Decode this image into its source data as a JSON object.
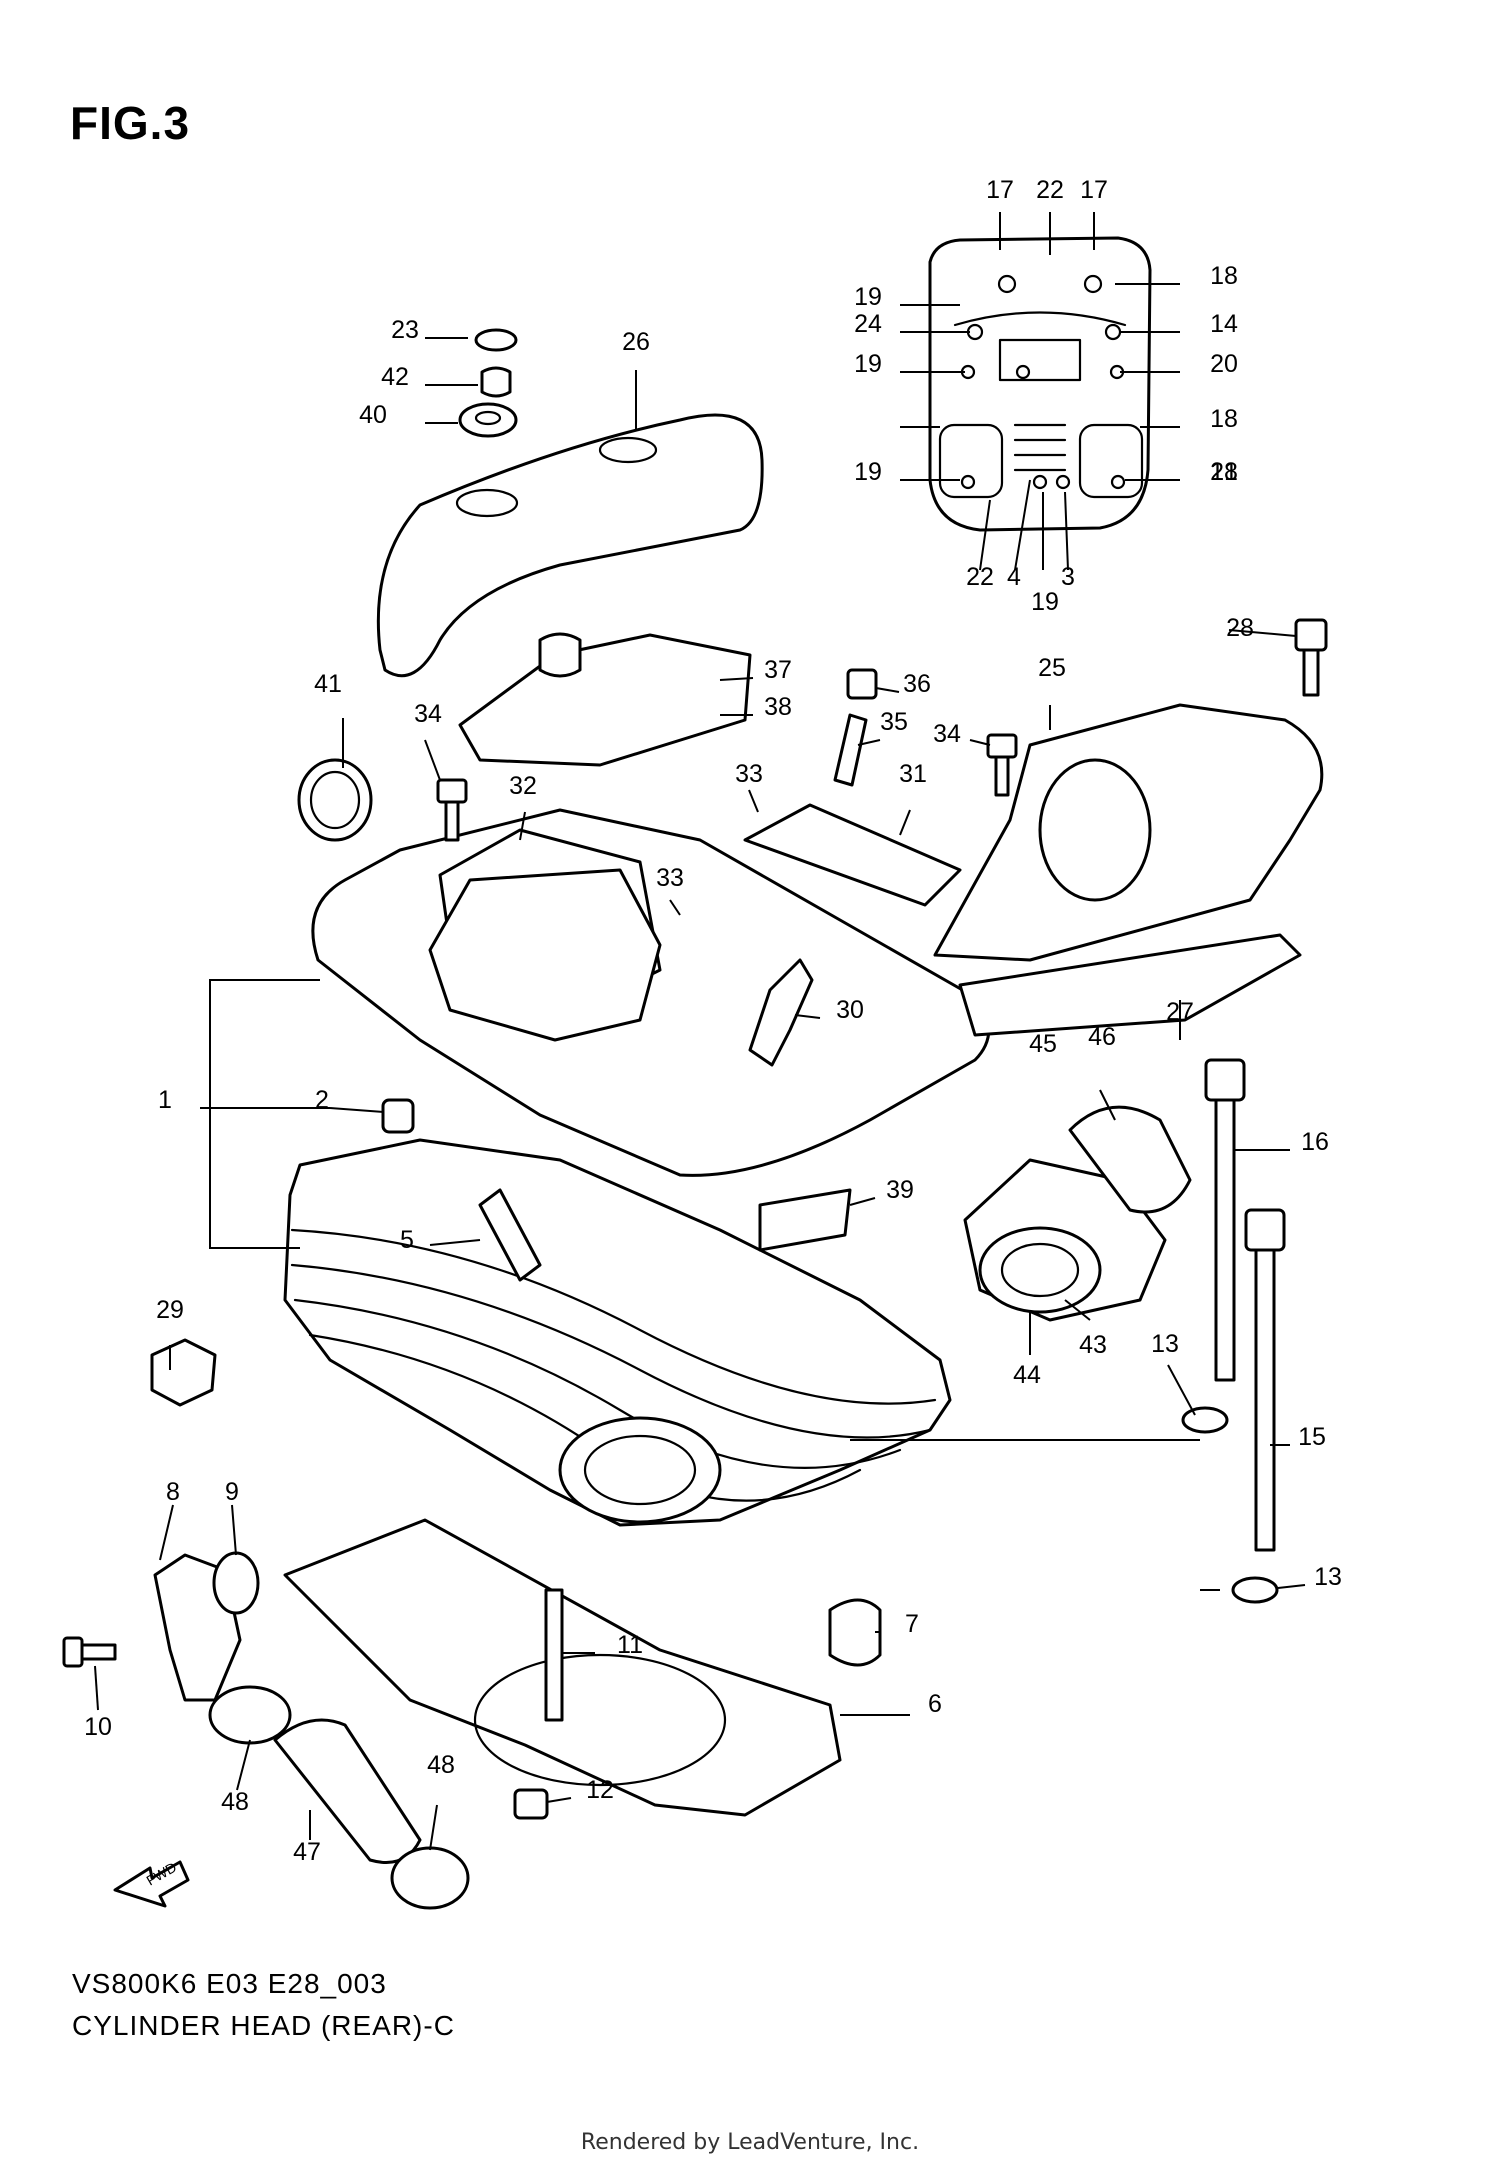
{
  "figure_title": "FIG.3",
  "footer": {
    "code": "VS800K6 E03 E28_003",
    "title": "CYLINDER HEAD (REAR)-C"
  },
  "rendered_by": "Rendered by LeadVenture, Inc.",
  "direction_arrow": {
    "label": "FWD",
    "icon": "forward-arrow-icon"
  },
  "parts": [
    {
      "n": "1"
    },
    {
      "n": "2"
    },
    {
      "n": "3"
    },
    {
      "n": "4"
    },
    {
      "n": "5"
    },
    {
      "n": "6"
    },
    {
      "n": "7"
    },
    {
      "n": "8"
    },
    {
      "n": "9"
    },
    {
      "n": "10"
    },
    {
      "n": "11"
    },
    {
      "n": "12"
    },
    {
      "n": "13"
    },
    {
      "n": "13"
    },
    {
      "n": "14"
    },
    {
      "n": "15"
    },
    {
      "n": "16"
    },
    {
      "n": "17"
    },
    {
      "n": "17"
    },
    {
      "n": "18"
    },
    {
      "n": "18"
    },
    {
      "n": "18"
    },
    {
      "n": "19"
    },
    {
      "n": "19"
    },
    {
      "n": "19"
    },
    {
      "n": "19"
    },
    {
      "n": "20"
    },
    {
      "n": "21"
    },
    {
      "n": "22"
    },
    {
      "n": "22"
    },
    {
      "n": "23"
    },
    {
      "n": "24"
    },
    {
      "n": "25"
    },
    {
      "n": "26"
    },
    {
      "n": "27"
    },
    {
      "n": "28"
    },
    {
      "n": "29"
    },
    {
      "n": "30"
    },
    {
      "n": "31"
    },
    {
      "n": "32"
    },
    {
      "n": "33"
    },
    {
      "n": "33"
    },
    {
      "n": "34"
    },
    {
      "n": "34"
    },
    {
      "n": "35"
    },
    {
      "n": "36"
    },
    {
      "n": "37"
    },
    {
      "n": "38"
    },
    {
      "n": "39"
    },
    {
      "n": "40"
    },
    {
      "n": "41"
    },
    {
      "n": "42"
    },
    {
      "n": "43"
    },
    {
      "n": "44"
    },
    {
      "n": "45"
    },
    {
      "n": "46"
    },
    {
      "n": "47"
    },
    {
      "n": "48"
    },
    {
      "n": "48"
    }
  ]
}
